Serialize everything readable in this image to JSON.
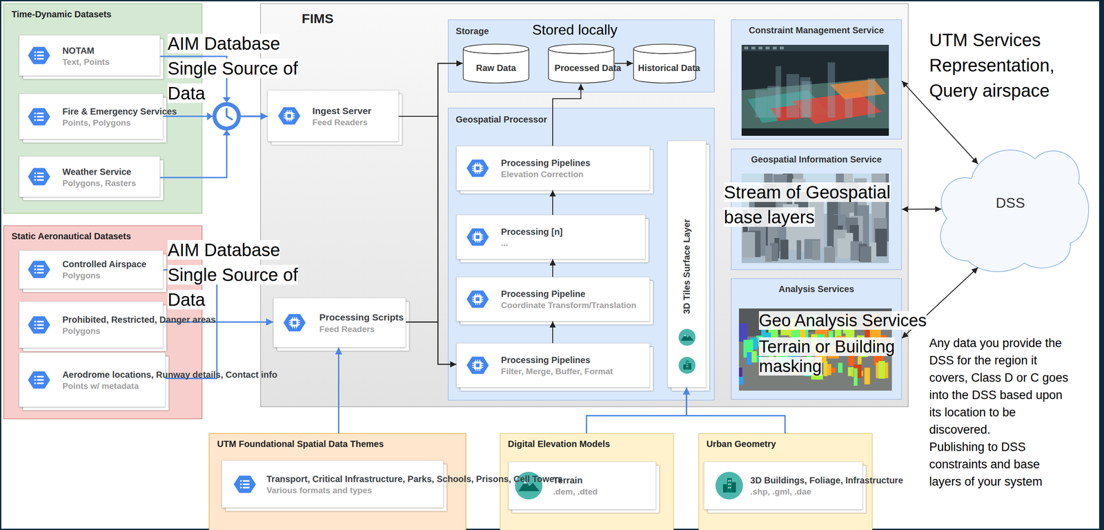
{
  "diagram": {
    "nodes": [
      {
        "text": [
          "Time-Dynamic Datasets"
        ]
      },
      {
        "text": [
          "NOTAM",
          "Text, Points"
        ],
        "in": 0
      },
      {
        "text": [
          "Fire & Emergency Services",
          "Points, Polygons"
        ],
        "in": 0
      },
      {
        "text": [
          "Weather Service",
          "Polygons, Rasters"
        ],
        "in": 0
      },
      {
        "text": [
          "Static Aeronautical Datasets"
        ]
      },
      {
        "text": [
          "Controlled Airspace",
          "Polygons"
        ],
        "in": 4
      },
      {
        "text": [
          "Prohibited, Restricted, Danger areas",
          "Polygons"
        ],
        "in": 4
      },
      {
        "text": [
          "Aerodrome locations, Runway details, Contact info",
          "Points w/ metadata"
        ],
        "in": 4
      },
      {
        "text": [
          "FIMS"
        ]
      },
      {
        "text": [
          "Ingest Server",
          "Feed Readers"
        ],
        "in": 8
      },
      {
        "text": [
          "Processing Scripts",
          "Feed Readers"
        ],
        "in": 8
      },
      {
        "text": [
          "Storage"
        ],
        "in": 8
      },
      {
        "text": [
          "Raw Data"
        ],
        "in": 11
      },
      {
        "text": [
          "Processed Data"
        ],
        "in": 11
      },
      {
        "text": [
          "Historical Data"
        ],
        "in": 11
      },
      {
        "text": [
          "Geospatial Processor"
        ],
        "in": 8
      },
      {
        "text": [
          "Processing Pipelines",
          "Elevation Correction"
        ],
        "in": 15
      },
      {
        "text": [
          "Processing [n]",
          "..."
        ],
        "in": 15
      },
      {
        "text": [
          "Processing Pipeline",
          "Coordinate Transform/Translation"
        ],
        "in": 15
      },
      {
        "text": [
          "Processing Pipelines",
          "Filter, Merge, Buffer, Format"
        ],
        "in": 15
      },
      {
        "text": [
          "3D Tiles Surface Layer"
        ],
        "in": 15
      },
      {
        "text": [
          "Constraint Management Service"
        ],
        "in": 8
      },
      {
        "text": [
          "Geospatial Information Service"
        ],
        "in": 8
      },
      {
        "text": [
          "Analysis Services"
        ],
        "in": 8
      },
      {
        "text": [
          "UTM Foundational Spatial Data Themes"
        ]
      },
      {
        "text": [
          "Transport, Critical Infrastructure, Parks, Schools, Prisons, Cell Towers",
          "Various formats and types"
        ],
        "in": 24
      },
      {
        "text": [
          "Digital Elevation Models"
        ]
      },
      {
        "text": [
          "Terrain",
          ".dem, .dted"
        ],
        "in": 26
      },
      {
        "text": [
          "Urban Geometry"
        ]
      },
      {
        "text": [
          "3D Buildings, Foliage, Infrastructure",
          ".shp, .gml, .dae"
        ],
        "in": 28
      },
      {
        "text": [
          "DSS"
        ]
      }
    ],
    "edges": [
      {
        "from": 1,
        "to": 9,
        "arrow": "to"
      },
      {
        "from": 2,
        "to": 9,
        "arrow": "to"
      },
      {
        "from": 3,
        "to": 9,
        "arrow": "to"
      },
      {
        "from": 5,
        "to": 10,
        "arrow": "to"
      },
      {
        "from": 6,
        "to": 10,
        "arrow": "to"
      },
      {
        "from": 7,
        "to": 10,
        "arrow": "to"
      },
      {
        "from": 9,
        "to": 12,
        "arrow": "to"
      },
      {
        "from": 9,
        "to": 19,
        "arrow": "to"
      },
      {
        "from": 10,
        "to": 12,
        "arrow": "to"
      },
      {
        "from": 10,
        "to": 19,
        "arrow": "to"
      },
      {
        "from": 19,
        "to": 18,
        "arrow": "to"
      },
      {
        "from": 18,
        "to": 17,
        "arrow": "to"
      },
      {
        "from": 17,
        "to": 16,
        "arrow": "to"
      },
      {
        "from": 16,
        "to": 13,
        "arrow": "to"
      },
      {
        "from": 13,
        "to": 14,
        "arrow": "to"
      },
      {
        "from": 24,
        "to": 10,
        "arrow": "to"
      },
      {
        "from": 26,
        "to": 20,
        "arrow": "to"
      },
      {
        "from": 28,
        "to": 20,
        "arrow": "to"
      },
      {
        "from": 21,
        "to": 30,
        "arrow": "both"
      },
      {
        "from": 22,
        "to": 30,
        "arrow": "both"
      },
      {
        "from": 23,
        "to": 30,
        "arrow": "both"
      }
    ],
    "labels": [
      "AIM Database Single Source of Data",
      "Stored locally",
      "UTM Services Representation, Query airspace",
      "Stream of Geospatial base layers",
      "AIM Database Single Source of Data",
      "Geo Analysis Services",
      "Terrain or Building masking",
      "Any data you provide the DSS for the region it covers, Class D or C goes into the DSS based upon its location to be discovered.",
      "Publishing to DSS constraints and base layers of your system"
    ]
  }
}
